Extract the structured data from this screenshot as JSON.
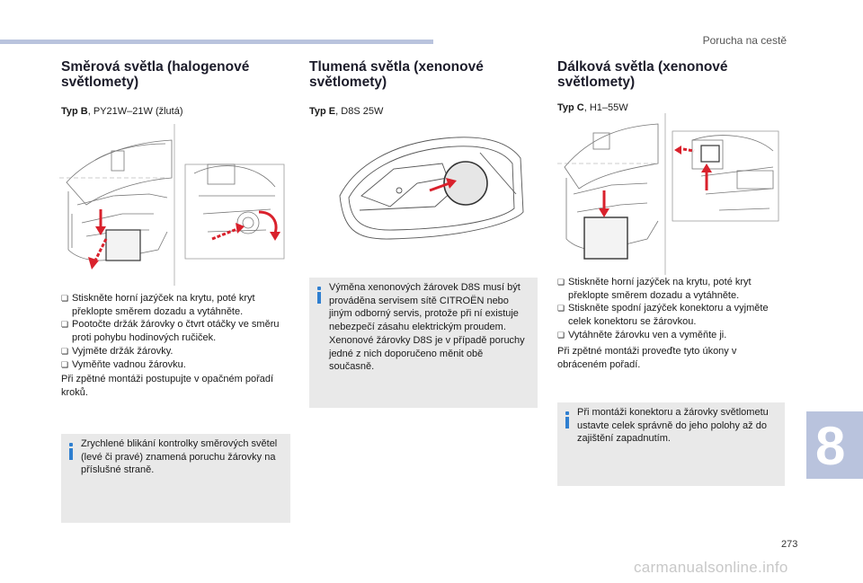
{
  "header": {
    "section_title": "Porucha na cestě"
  },
  "col1": {
    "title": "Směrová světla (halogenové světlomety)",
    "type_label": "Typ B",
    "type_value": ", PY21W–21W (žlutá)",
    "steps": [
      "Stiskněte horní jazýček na krytu, poté kryt překlopte směrem dozadu a vytáhněte.",
      "Pootočte držák žárovky o čtvrt otáčky ve směru proti pohybu hodinových ručiček.",
      "Vyjměte držák žárovky.",
      "Vyměňte vadnou žárovku."
    ],
    "note": "Při zpětné montáži postupujte v opačném pořadí kroků.",
    "info": "Zrychlené blikání kontrolky směrových světel (levé či pravé) znamená poruchu žárovky na příslušné straně."
  },
  "col2": {
    "title": "Tlumená světla (xenonové světlomety)",
    "type_label": "Typ E",
    "type_value": ", D8S 25W",
    "info": "Výměna xenonových žárovek D8S musí být prováděna servisem sítě CITROËN nebo jiným odborný servis, protože při ní existuje nebezpečí zásahu elektrickým proudem.\nXenonové žárovky D8S je v případě poruchy jedné z nich doporučeno měnit obě současně."
  },
  "col3": {
    "title": "Dálková světla (xenonové světlomety)",
    "type_label": "Typ C",
    "type_value": ", H1–55W",
    "steps": [
      "Stiskněte horní jazýček na krytu, poté kryt překlopte směrem dozadu a vytáhněte.",
      "Stiskněte spodní jazýček konektoru a vyjměte celek konektoru se žárovkou.",
      "Vytáhněte žárovku ven a vyměňte ji."
    ],
    "note": "Při zpětné montáži proveďte tyto úkony v obráceném pořadí.",
    "info": "Při montáži konektoru a žárovky světlometu ustavte celek správně do jeho polohy až do zajištění zapadnutím."
  },
  "step_marker": "",
  "chapter_number": "8",
  "page_number": "273",
  "watermark": "carmanualsonline.info",
  "colors": {
    "accent_blue": "#b9c3dd",
    "info_icon": "#2f7fd0",
    "arrow_red": "#d9212c",
    "info_bg": "#e9e9e9"
  }
}
